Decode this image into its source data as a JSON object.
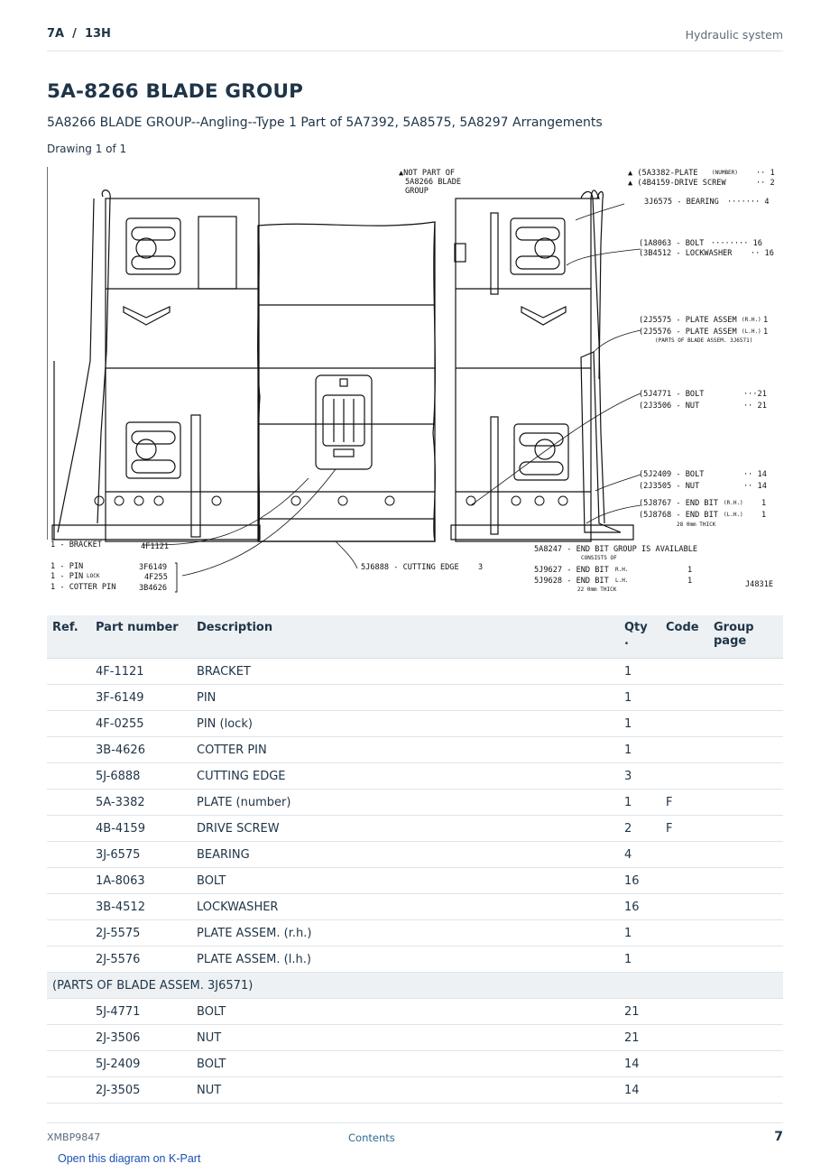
{
  "header": {
    "section": "7A  /  13H",
    "category": "Hydraulic system"
  },
  "title": "5A-8266 BLADE GROUP",
  "subtitle": "5A8266 BLADE GROUP--Angling--Type 1 Part of 5A7392, 5A8575, 5A8297 Arrangements",
  "drawing_label": "Drawing 1 of 1",
  "diagram": {
    "not_part_note": [
      "▲NOT PART OF",
      "5A8266 BLADE",
      "GROUP"
    ],
    "callouts_right": [
      "▲ (5A3382-PLATE",
      "(NUMBER)",
      "·· 1",
      "▲ (4B4159-DRIVE SCREW",
      "·· 2",
      "3J6575 - BEARING",
      "······· 4",
      "(1A8063 - BOLT",
      "········ 16",
      "(3B4512 - LOCKWASHER",
      "·· 16",
      "(2J5575 - PLATE ASSEM",
      "(R.H.)",
      "1",
      "(2J5576 - PLATE ASSEM",
      "(L.H.)",
      "1",
      "(PARTS OF BLADE ASSEM. 3J6571)",
      "(5J4771 - BOLT",
      "···21",
      "(2J3506 - NUT",
      "·· 21",
      "(5J2409 - BOLT",
      "·· 14",
      "(2J3505 - NUT",
      "·· 14",
      "(5J8767 - END BIT",
      "(R.H.)",
      "1",
      "(5J8768 - END BIT",
      "(L.H.)",
      "1",
      "28 0mm  THICK"
    ],
    "callouts_left": [
      "1 - BRACKET",
      "4F1121",
      "1 - PIN",
      "3F6149",
      "1 - PIN",
      "LOCK",
      "4F255",
      "1 - COTTER PIN",
      "3B4626"
    ],
    "callout_bottom_center": [
      "5J6888 - CUTTING EDGE",
      "3"
    ],
    "end_bit_group": [
      "5A8247 - END BIT GROUP IS AVAILABLE",
      "CONSISTS  OF",
      "5J9627 - END BIT",
      "R.H.",
      "1",
      "5J9628 - END BIT",
      "L.H.",
      "1",
      "22 0mm  THICK"
    ],
    "figure_id": "J4831E"
  },
  "table": {
    "columns": [
      "Ref.",
      "Part number",
      "Description",
      "Qty\n.",
      "Code",
      "Group page"
    ],
    "rows": [
      {
        "ref": "",
        "part": "4F-1121",
        "desc": "BRACKET",
        "qty": "1",
        "code": "",
        "page": ""
      },
      {
        "ref": "",
        "part": "3F-6149",
        "desc": "PIN",
        "qty": "1",
        "code": "",
        "page": ""
      },
      {
        "ref": "",
        "part": "4F-0255",
        "desc": "PIN (lock)",
        "qty": "1",
        "code": "",
        "page": ""
      },
      {
        "ref": "",
        "part": "3B-4626",
        "desc": "COTTER PIN",
        "qty": "1",
        "code": "",
        "page": ""
      },
      {
        "ref": "",
        "part": "5J-6888",
        "desc": "CUTTING EDGE",
        "qty": "3",
        "code": "",
        "page": ""
      },
      {
        "ref": "",
        "part": "5A-3382",
        "desc": "PLATE (number)",
        "qty": "1",
        "code": "F",
        "page": ""
      },
      {
        "ref": "",
        "part": "4B-4159",
        "desc": "DRIVE SCREW",
        "qty": "2",
        "code": "F",
        "page": ""
      },
      {
        "ref": "",
        "part": "3J-6575",
        "desc": "BEARING",
        "qty": "4",
        "code": "",
        "page": ""
      },
      {
        "ref": "",
        "part": "1A-8063",
        "desc": "BOLT",
        "qty": "16",
        "code": "",
        "page": ""
      },
      {
        "ref": "",
        "part": "3B-4512",
        "desc": "LOCKWASHER",
        "qty": "16",
        "code": "",
        "page": ""
      },
      {
        "ref": "",
        "part": "2J-5575",
        "desc": "PLATE ASSEM. (r.h.)",
        "qty": "1",
        "code": "",
        "page": ""
      },
      {
        "ref": "",
        "part": "2J-5576",
        "desc": "PLATE ASSEM. (l.h.)",
        "qty": "1",
        "code": "",
        "page": ""
      },
      {
        "note": "(PARTS OF BLADE ASSEM. 3J6571)"
      },
      {
        "ref": "",
        "part": "5J-4771",
        "desc": "BOLT",
        "qty": "21",
        "code": "",
        "page": ""
      },
      {
        "ref": "",
        "part": "2J-3506",
        "desc": "NUT",
        "qty": "21",
        "code": "",
        "page": ""
      },
      {
        "ref": "",
        "part": "5J-2409",
        "desc": "BOLT",
        "qty": "14",
        "code": "",
        "page": ""
      },
      {
        "ref": "",
        "part": "2J-3505",
        "desc": "NUT",
        "qty": "14",
        "code": "",
        "page": ""
      }
    ]
  },
  "footer": {
    "doc_id": "XMBP9847",
    "contents_link": "Contents",
    "page_number": "7"
  },
  "open_link": "Open this diagram on K-Part"
}
